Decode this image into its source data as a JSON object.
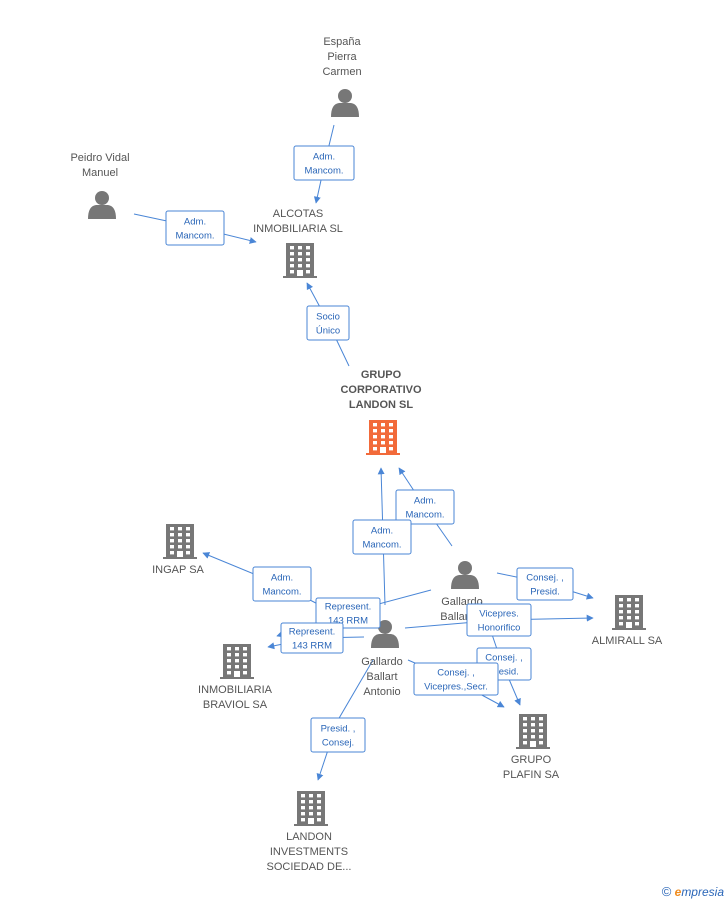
{
  "nodes": {
    "espana": {
      "lines": [
        "España",
        "Pierra",
        "Carmen"
      ],
      "kind": "person",
      "color": "#777777"
    },
    "peidro": {
      "lines": [
        "Peidro Vidal",
        "Manuel"
      ],
      "kind": "person",
      "color": "#777777"
    },
    "alcotas": {
      "lines": [
        "ALCOTAS",
        "INMOBILIARIA SL"
      ],
      "kind": "company",
      "color": "#777777"
    },
    "grupo": {
      "lines": [
        "GRUPO",
        "CORPORATIVO",
        "LANDON SL"
      ],
      "kind": "company",
      "color": "#f26a3a",
      "main": true
    },
    "ingap": {
      "lines": [
        "INGAP SA"
      ],
      "kind": "company",
      "color": "#777777"
    },
    "braviol": {
      "lines": [
        "INMOBILIARIA",
        "BRAVIOL SA"
      ],
      "kind": "company",
      "color": "#777777"
    },
    "gallardo1": {
      "lines": [
        "Gallardo",
        "Ballart ..."
      ],
      "kind": "person",
      "color": "#777777"
    },
    "gallardo2": {
      "lines": [
        "Gallardo",
        "Ballart",
        "Antonio"
      ],
      "kind": "person",
      "color": "#777777"
    },
    "almirall": {
      "lines": [
        "ALMIRALL SA"
      ],
      "kind": "company",
      "color": "#777777"
    },
    "plafin": {
      "lines": [
        "GRUPO",
        "PLAFIN SA"
      ],
      "kind": "company",
      "color": "#777777"
    },
    "landon_inv": {
      "lines": [
        "LANDON",
        "INVESTMENTS",
        "SOCIEDAD DE..."
      ],
      "kind": "company",
      "color": "#777777"
    }
  },
  "edges": [
    {
      "from": "espana",
      "to": "alcotas",
      "lines": [
        "Adm.",
        "Mancom."
      ]
    },
    {
      "from": "peidro",
      "to": "alcotas",
      "lines": [
        "Adm.",
        "Mancom."
      ]
    },
    {
      "from": "grupo",
      "to": "alcotas",
      "lines": [
        "Socio",
        "Único"
      ]
    },
    {
      "from": "gallardo1",
      "to": "grupo",
      "lines": [
        "Adm.",
        "Mancom."
      ]
    },
    {
      "from": "gallardo2",
      "to": "grupo",
      "lines": [
        "Adm.",
        "Mancom."
      ]
    },
    {
      "from": "gallardo2",
      "to": "ingap",
      "lines": [
        "Adm.",
        "Mancom."
      ]
    },
    {
      "from": "gallardo1",
      "to": "braviol",
      "lines": [
        "Represent.",
        "143 RRM"
      ]
    },
    {
      "from": "gallardo2",
      "to": "braviol",
      "lines": [
        "Represent.",
        "143 RRM"
      ]
    },
    {
      "from": "gallardo1",
      "to": "almirall",
      "lines": [
        "Consej. ,",
        "Presid."
      ]
    },
    {
      "from": "gallardo2",
      "to": "almirall",
      "lines": [
        "Vicepres.",
        "Honorifico"
      ]
    },
    {
      "from": "gallardo1",
      "to": "plafin",
      "lines": [
        "Consej. ,",
        "Presid."
      ]
    },
    {
      "from": "gallardo2",
      "to": "plafin",
      "lines": [
        "Consej. ,",
        "Vicepres.,Secr."
      ]
    },
    {
      "from": "gallardo2",
      "to": "landon_inv",
      "lines": [
        "Presid. ,",
        "Consej."
      ]
    }
  ],
  "brand": {
    "copyright": "©",
    "e": "e",
    "rest": "mpresia"
  }
}
